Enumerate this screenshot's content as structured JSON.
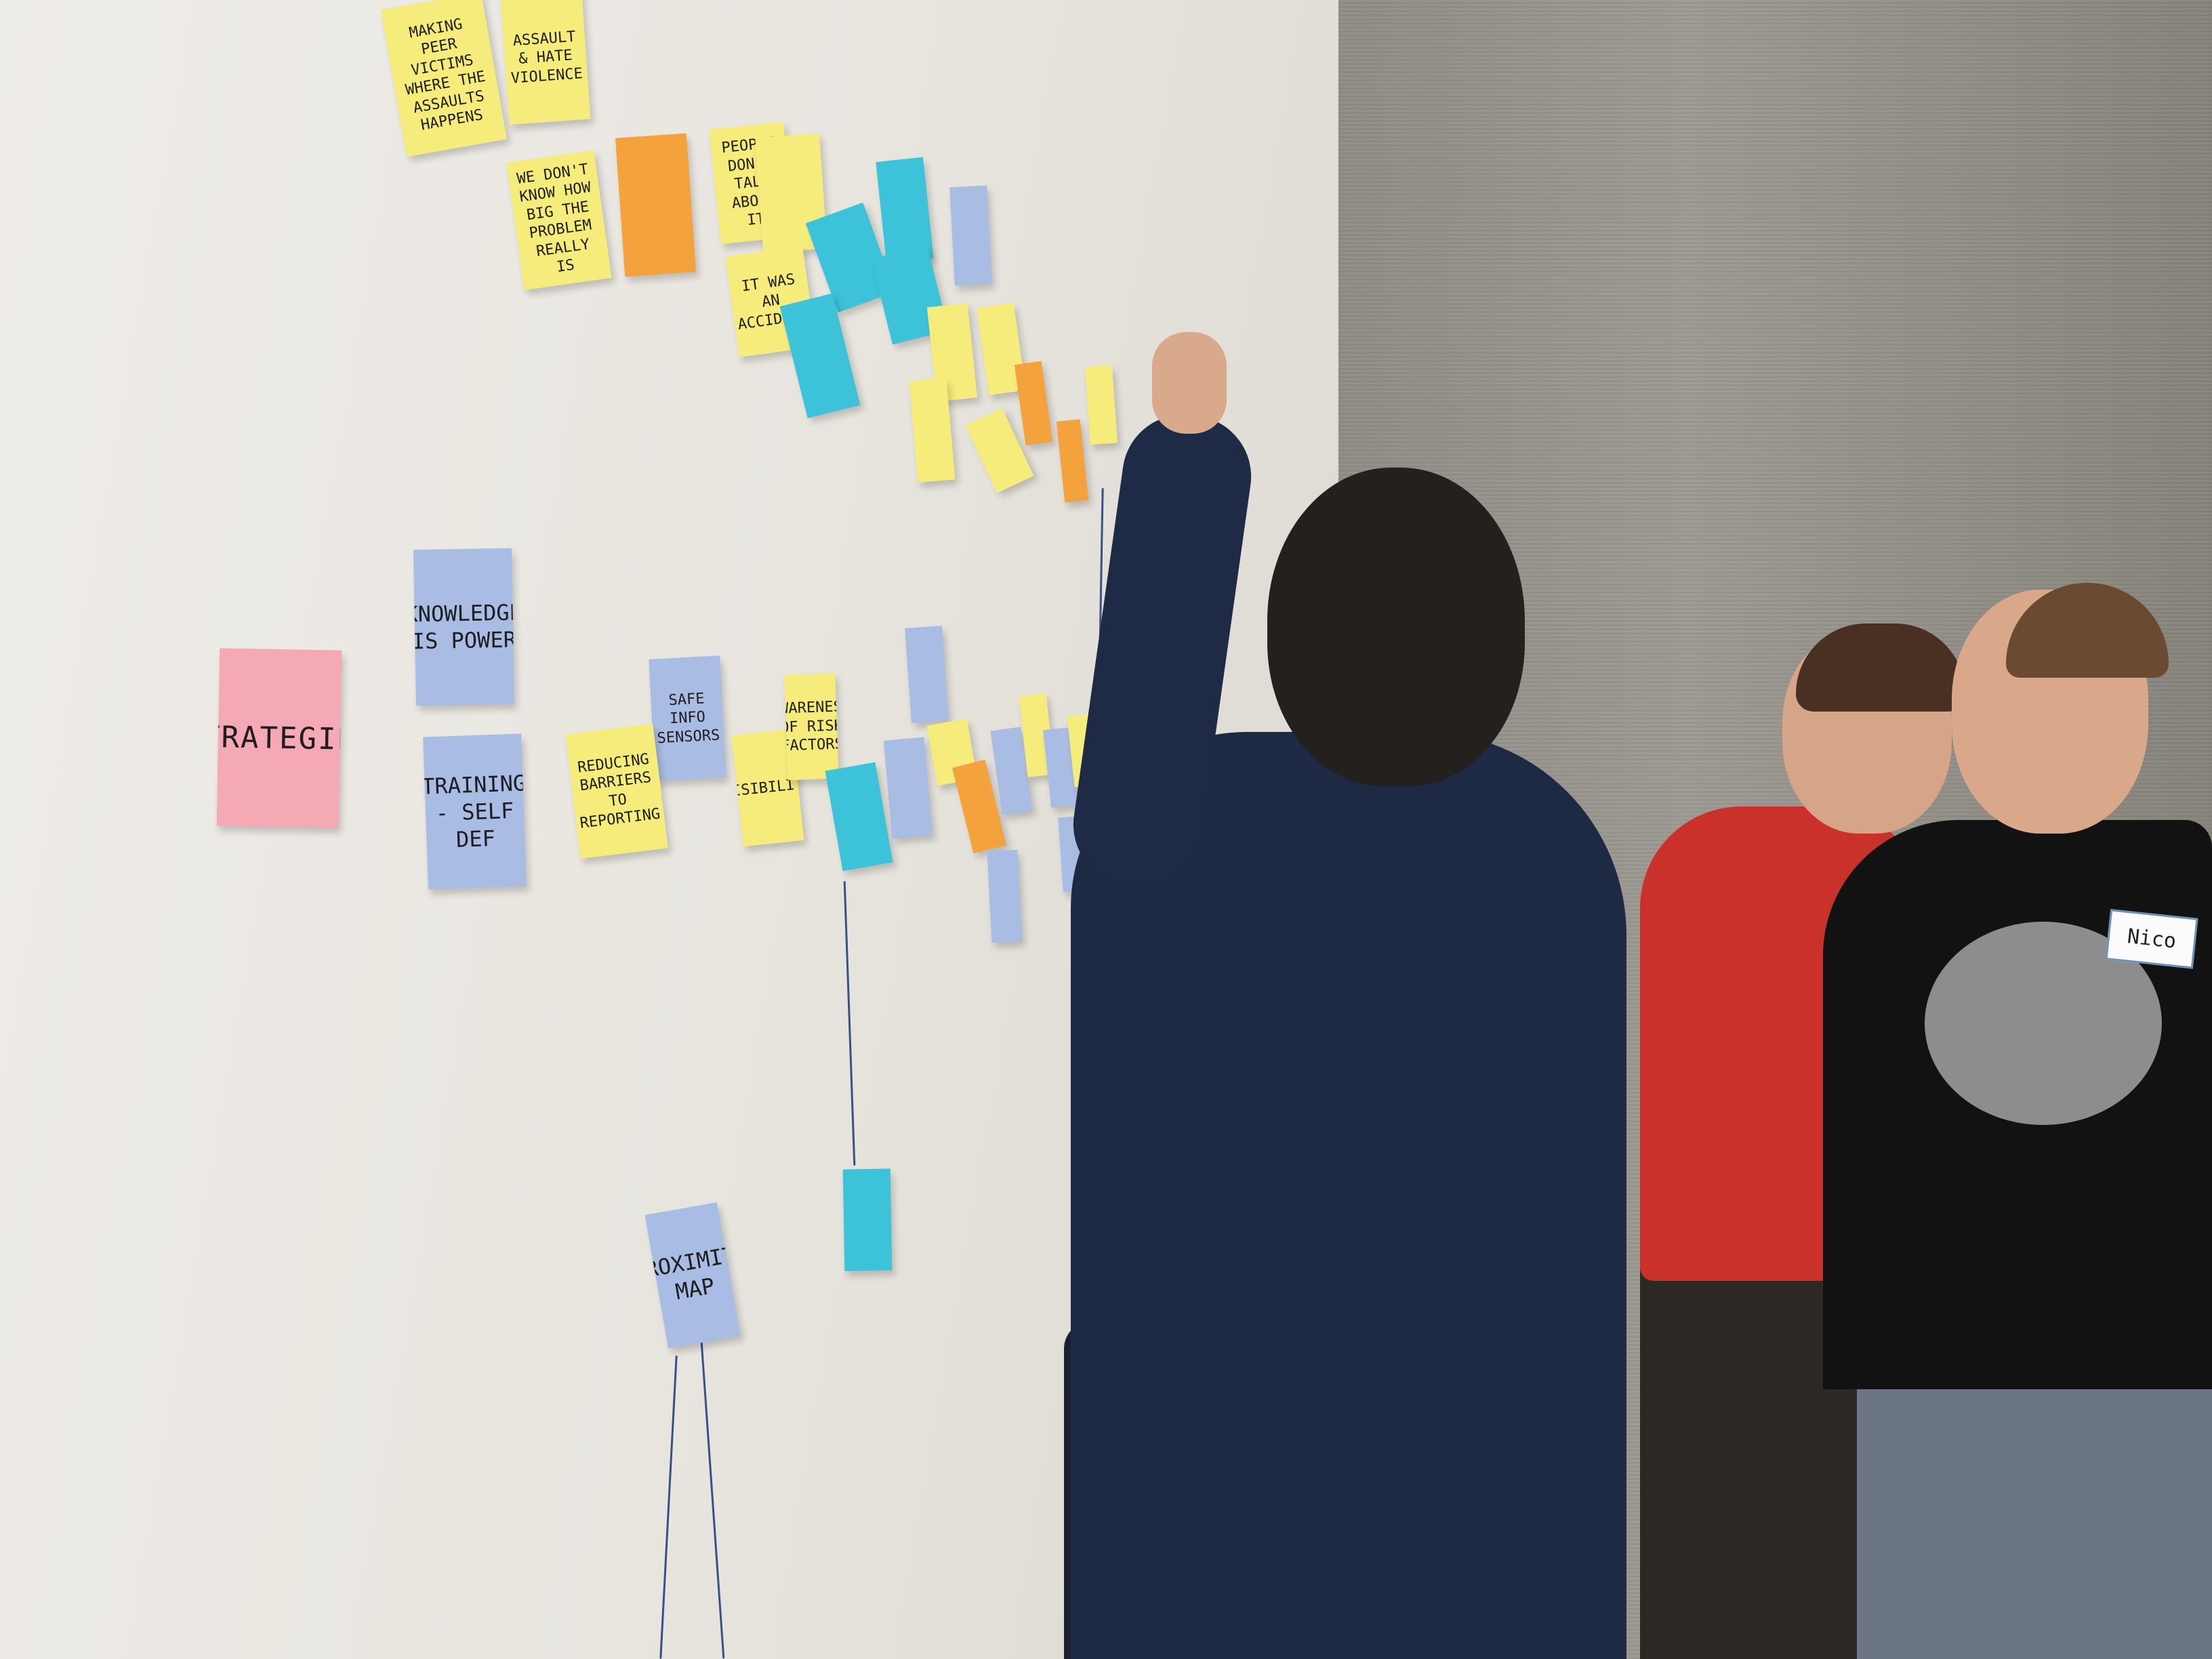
{
  "notes": {
    "strategies": "STRATEGIES",
    "knowledge": "KNOWLEDGE IS POWER",
    "training": "TRAINING - SELF DEF",
    "safe": "SAFE INFO SENSORS",
    "reducing": "REDUCING BARRIERS TO REPORTING",
    "awareness": "AWARENESS OF RISK FACTORS",
    "visibility": "VISIBILITY",
    "proximity": "PROXIMITY MAP",
    "people_dont_talk": "PEOPLE DON'T TALK ABOUT IT",
    "it_was": "IT WAS AN ACCIDENT",
    "we_dont_know": "WE DON'T KNOW HOW BIG THE PROBLEM REALLY IS",
    "making": "MAKING PEER VICTIMS WHERE THE ASSAULTS HAPPENS",
    "assault": "ASSAULT & HATE VIOLENCE"
  },
  "name_tag": "Nico"
}
